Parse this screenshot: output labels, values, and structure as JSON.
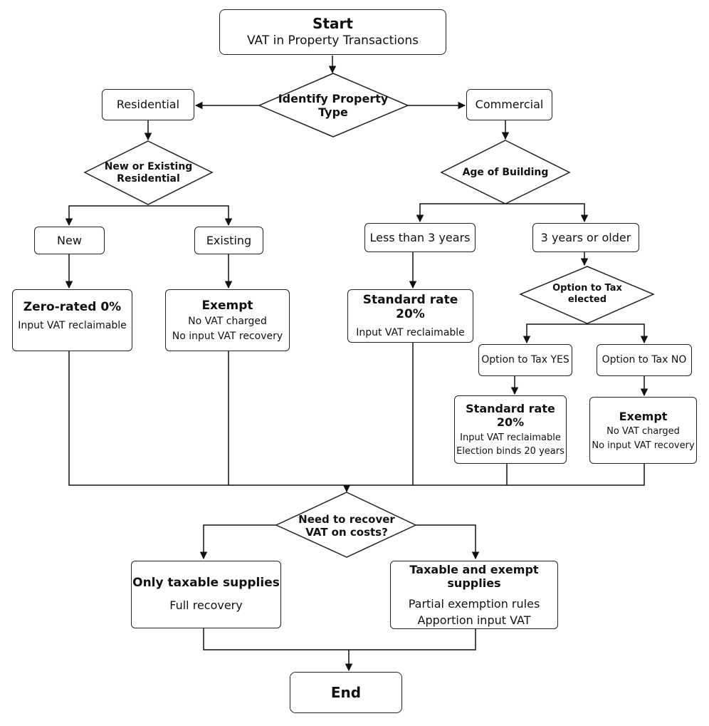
{
  "start": {
    "title": "Start",
    "subtitle": "VAT in Property Transactions"
  },
  "identify": {
    "text": "Identify Property Type"
  },
  "residential": {
    "label": "Residential"
  },
  "commercial": {
    "label": "Commercial"
  },
  "new_existing": {
    "text": "New or Existing Residential"
  },
  "age": {
    "text": "Age of Building"
  },
  "new": {
    "label": "New"
  },
  "existing": {
    "label": "Existing"
  },
  "lt3": {
    "label": "Less than 3 years"
  },
  "ge3": {
    "label": "3 years or older"
  },
  "zero": {
    "title": "Zero-rated 0%",
    "line1": "Input VAT reclaimable"
  },
  "exempt1": {
    "title": "Exempt",
    "line1": "No VAT charged",
    "line2": "No input VAT recovery"
  },
  "std1": {
    "title": "Standard rate 20%",
    "line1": "Input VAT reclaimable"
  },
  "ott": {
    "text": "Option to Tax elected"
  },
  "ott_yes": {
    "label": "Option to Tax YES"
  },
  "ott_no": {
    "label": "Option to Tax NO"
  },
  "std2": {
    "title": "Standard rate 20%",
    "line1": "Input VAT reclaimable",
    "line2": "Election binds 20 years"
  },
  "exempt2": {
    "title": "Exempt",
    "line1": "No VAT charged",
    "line2": "No input VAT recovery"
  },
  "recover": {
    "text": "Need to recover VAT on costs?"
  },
  "only_taxable": {
    "title": "Only taxable supplies",
    "line1": "Full recovery"
  },
  "mixed": {
    "title": "Taxable and exempt supplies",
    "line1": "Partial exemption rules",
    "line2": "Apportion input VAT"
  },
  "end": {
    "title": "End"
  }
}
